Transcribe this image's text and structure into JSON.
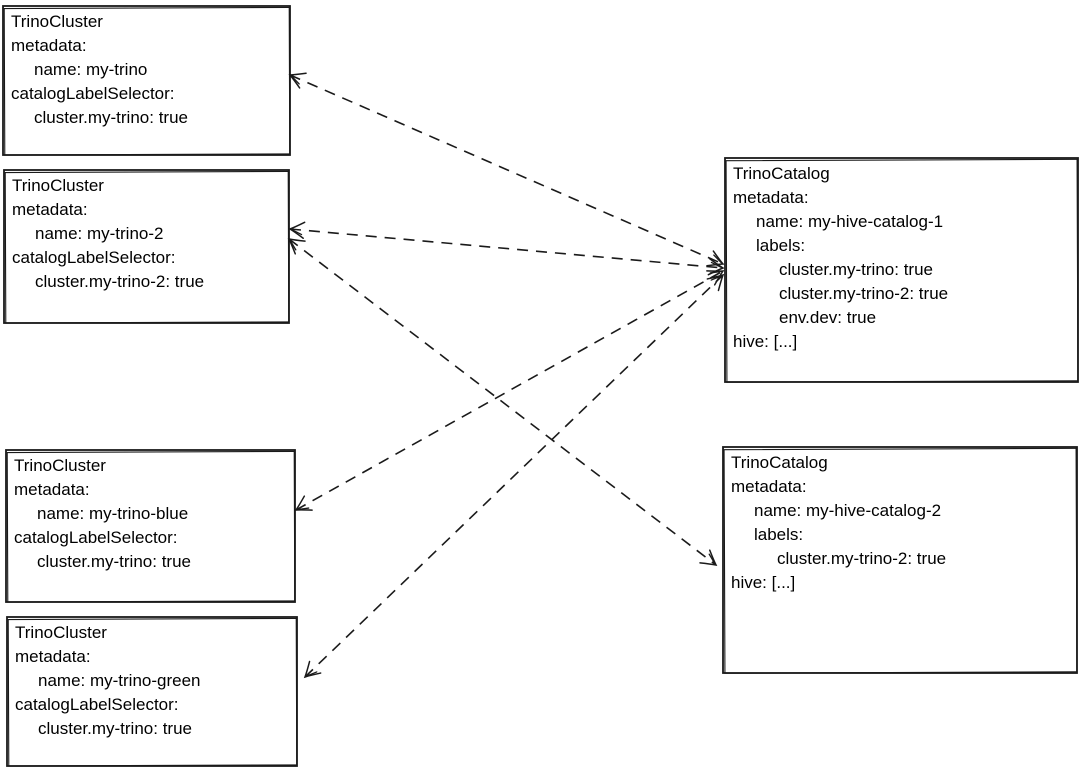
{
  "diagram": {
    "title": "TrinoCluster to TrinoCatalog label-selector matching",
    "colors": {
      "stroke": "#1a1a1a",
      "background": "#ffffff",
      "text": "#000000"
    },
    "boxes": [
      {
        "id": "my-trino",
        "kind": "TrinoCluster",
        "lines": [
          {
            "t": "TrinoCluster",
            "i": 0
          },
          {
            "t": "metadata:",
            "i": 0
          },
          {
            "t": "name: my-trino",
            "i": 1
          },
          {
            "t": "catalogLabelSelector:",
            "i": 0
          },
          {
            "t": "cluster.my-trino: true",
            "i": 1
          }
        ]
      },
      {
        "id": "my-trino-2",
        "kind": "TrinoCluster",
        "lines": [
          {
            "t": "TrinoCluster",
            "i": 0
          },
          {
            "t": "metadata:",
            "i": 0
          },
          {
            "t": "name: my-trino-2",
            "i": 1
          },
          {
            "t": "catalogLabelSelector:",
            "i": 0
          },
          {
            "t": "cluster.my-trino-2: true",
            "i": 1
          }
        ]
      },
      {
        "id": "my-trino-blue",
        "kind": "TrinoCluster",
        "lines": [
          {
            "t": "TrinoCluster",
            "i": 0
          },
          {
            "t": "metadata:",
            "i": 0
          },
          {
            "t": "name: my-trino-blue",
            "i": 1
          },
          {
            "t": "catalogLabelSelector:",
            "i": 0
          },
          {
            "t": "cluster.my-trino: true",
            "i": 1
          }
        ]
      },
      {
        "id": "my-trino-green",
        "kind": "TrinoCluster",
        "lines": [
          {
            "t": "TrinoCluster",
            "i": 0
          },
          {
            "t": "metadata:",
            "i": 0
          },
          {
            "t": "name: my-trino-green",
            "i": 1
          },
          {
            "t": "catalogLabelSelector:",
            "i": 0
          },
          {
            "t": "cluster.my-trino: true",
            "i": 1
          }
        ]
      },
      {
        "id": "my-hive-catalog-1",
        "kind": "TrinoCatalog",
        "lines": [
          {
            "t": "TrinoCatalog",
            "i": 0
          },
          {
            "t": "metadata:",
            "i": 0
          },
          {
            "t": "name: my-hive-catalog-1",
            "i": 1
          },
          {
            "t": "labels:",
            "i": 1
          },
          {
            "t": "cluster.my-trino: true",
            "i": 2
          },
          {
            "t": "cluster.my-trino-2: true",
            "i": 2
          },
          {
            "t": "env.dev: true",
            "i": 2
          },
          {
            "t": "hive: [...]",
            "i": 0
          }
        ]
      },
      {
        "id": "my-hive-catalog-2",
        "kind": "TrinoCatalog",
        "lines": [
          {
            "t": "TrinoCatalog",
            "i": 0
          },
          {
            "t": "metadata:",
            "i": 0
          },
          {
            "t": "name: my-hive-catalog-2",
            "i": 1
          },
          {
            "t": "labels:",
            "i": 1
          },
          {
            "t": "cluster.my-trino-2: true",
            "i": 2
          },
          {
            "t": "hive: [...]",
            "i": 0
          }
        ]
      }
    ],
    "connections": [
      {
        "from": "my-trino",
        "to": "my-hive-catalog-1",
        "line": "dashed",
        "arrows": "both"
      },
      {
        "from": "my-trino-2",
        "to": "my-hive-catalog-1",
        "line": "dashed",
        "arrows": "both"
      },
      {
        "from": "my-trino-2",
        "to": "my-hive-catalog-2",
        "line": "dashed",
        "arrows": "both"
      },
      {
        "from": "my-trino-blue",
        "to": "my-hive-catalog-1",
        "line": "dashed",
        "arrows": "both"
      },
      {
        "from": "my-trino-green",
        "to": "my-hive-catalog-1",
        "line": "dashed",
        "arrows": "both"
      }
    ]
  }
}
